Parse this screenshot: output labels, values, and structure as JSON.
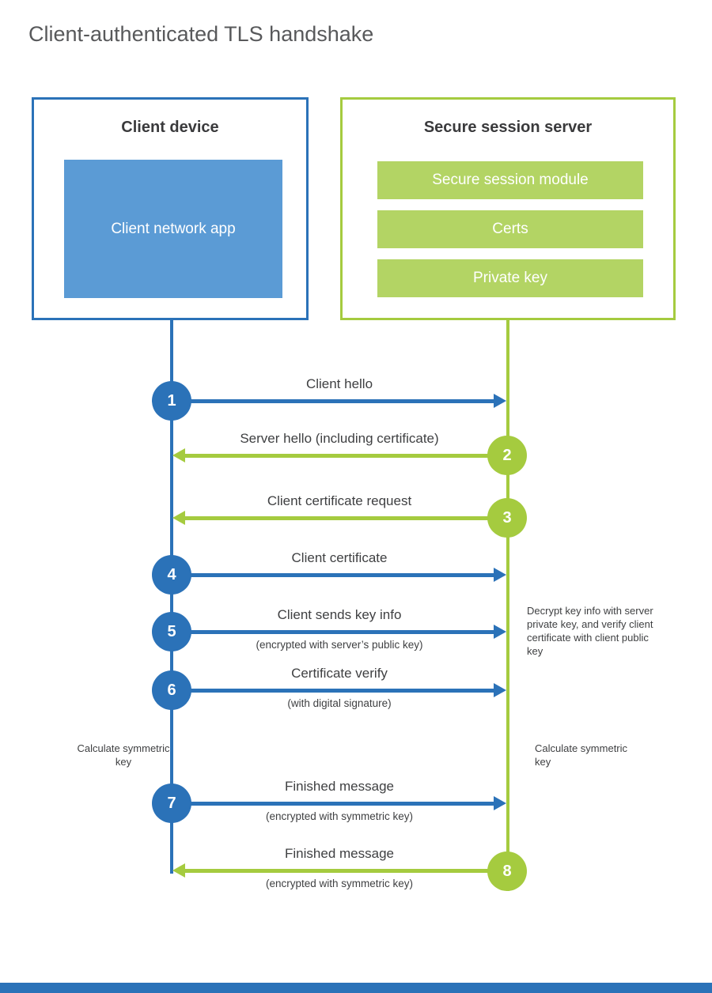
{
  "title": "Client-authenticated TLS handshake",
  "colors": {
    "blue": "#2b72b8",
    "blue_light": "#5b9bd5",
    "green": "#a5cb3f",
    "green_light": "#b3d464",
    "title_gray": "#58595b",
    "text": "#3f4042"
  },
  "client": {
    "title": "Client device",
    "app_label": "Client network app"
  },
  "server": {
    "title": "Secure session server",
    "modules": [
      "Secure session module",
      "Certs",
      "Private key"
    ]
  },
  "messages": [
    {
      "num": "1",
      "from": "client",
      "label": "Client hello",
      "sub": ""
    },
    {
      "num": "2",
      "from": "server",
      "label": "Server hello (including certificate)",
      "sub": ""
    },
    {
      "num": "3",
      "from": "server",
      "label": "Client certificate request",
      "sub": ""
    },
    {
      "num": "4",
      "from": "client",
      "label": "Client certificate",
      "sub": ""
    },
    {
      "num": "5",
      "from": "client",
      "label": "Client sends key info",
      "sub": "(encrypted with server’s public key)"
    },
    {
      "num": "6",
      "from": "client",
      "label": "Certificate verify",
      "sub": "(with digital signature)"
    },
    {
      "num": "7",
      "from": "client",
      "label": "Finished message",
      "sub": "(encrypted with symmetric key)"
    },
    {
      "num": "8",
      "from": "server",
      "label": "Finished message",
      "sub": "(encrypted with symmetric key)"
    }
  ],
  "notes": {
    "decrypt": "Decrypt key info with server private key, and verify client certificate with client public key",
    "calc_client": "Calculate symmetric key",
    "calc_server": "Calculate symmetric key"
  }
}
